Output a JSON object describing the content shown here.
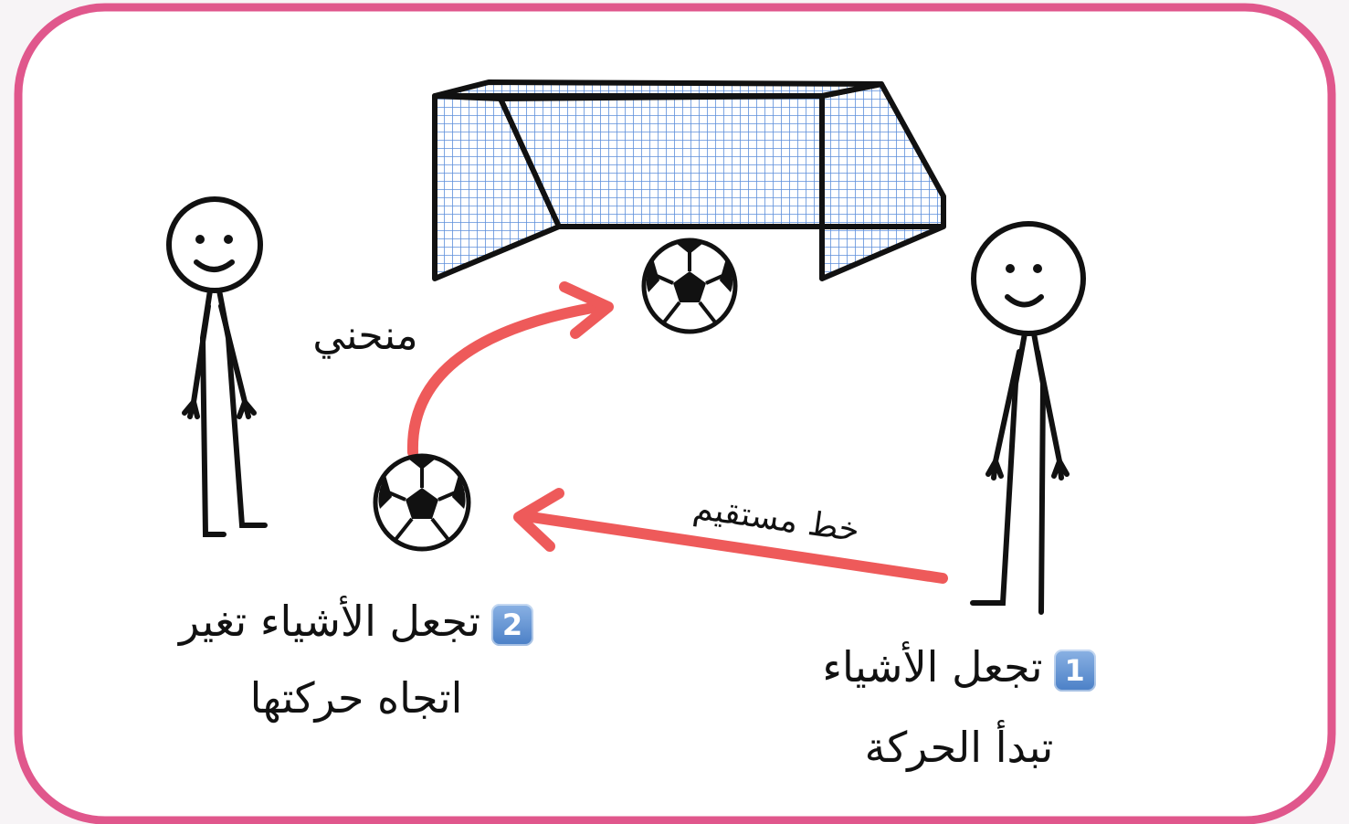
{
  "labels": {
    "curved": "منحني",
    "straight": "خط مستقيم",
    "item1_number": "1",
    "item1_line1": "تجعل الأشياء",
    "item1_line2": "تبدأ الحركة",
    "item2_number": "2",
    "item2_line1": "تجعل الأشياء تغير",
    "item2_line2": "اتجاه حركتها"
  },
  "colors": {
    "frame": "#e0578c",
    "arrow": "#ee5a5a",
    "net": "#5d8fdb",
    "badge": "#5a8cd0",
    "ink": "#111111"
  }
}
